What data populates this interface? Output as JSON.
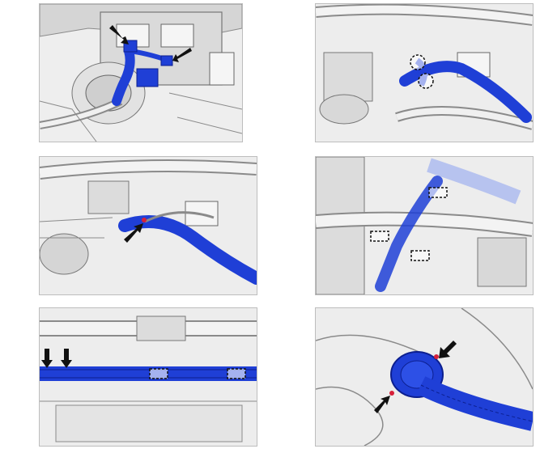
{
  "figure": {
    "panels": [
      {
        "id": "p1",
        "content": "harness-connectors",
        "callouts": [
          "arrow",
          "arrow"
        ]
      },
      {
        "id": "p2",
        "content": "harness-clamps",
        "callouts": [
          "dashed-circle",
          "dashed-circle"
        ]
      },
      {
        "id": "p3",
        "content": "harness-connector",
        "callouts": [
          "arrow"
        ]
      },
      {
        "id": "p4",
        "content": "harness-clamps",
        "callouts": [
          "dashed-box",
          "dashed-box",
          "dashed-box"
        ]
      },
      {
        "id": "p5",
        "content": "harness-underbody",
        "callouts": [
          "arrow",
          "arrow",
          "dashed-box",
          "dashed-box"
        ]
      },
      {
        "id": "p6",
        "content": "harness-grommet",
        "callouts": [
          "arrow",
          "arrow"
        ]
      }
    ],
    "colors": {
      "part_highlight": "#1f3fd6",
      "part_dark": "#0c1f8f",
      "clip_marker": "#d6203a",
      "background_line": "#8a8a8a",
      "arrow": "#111111"
    }
  }
}
